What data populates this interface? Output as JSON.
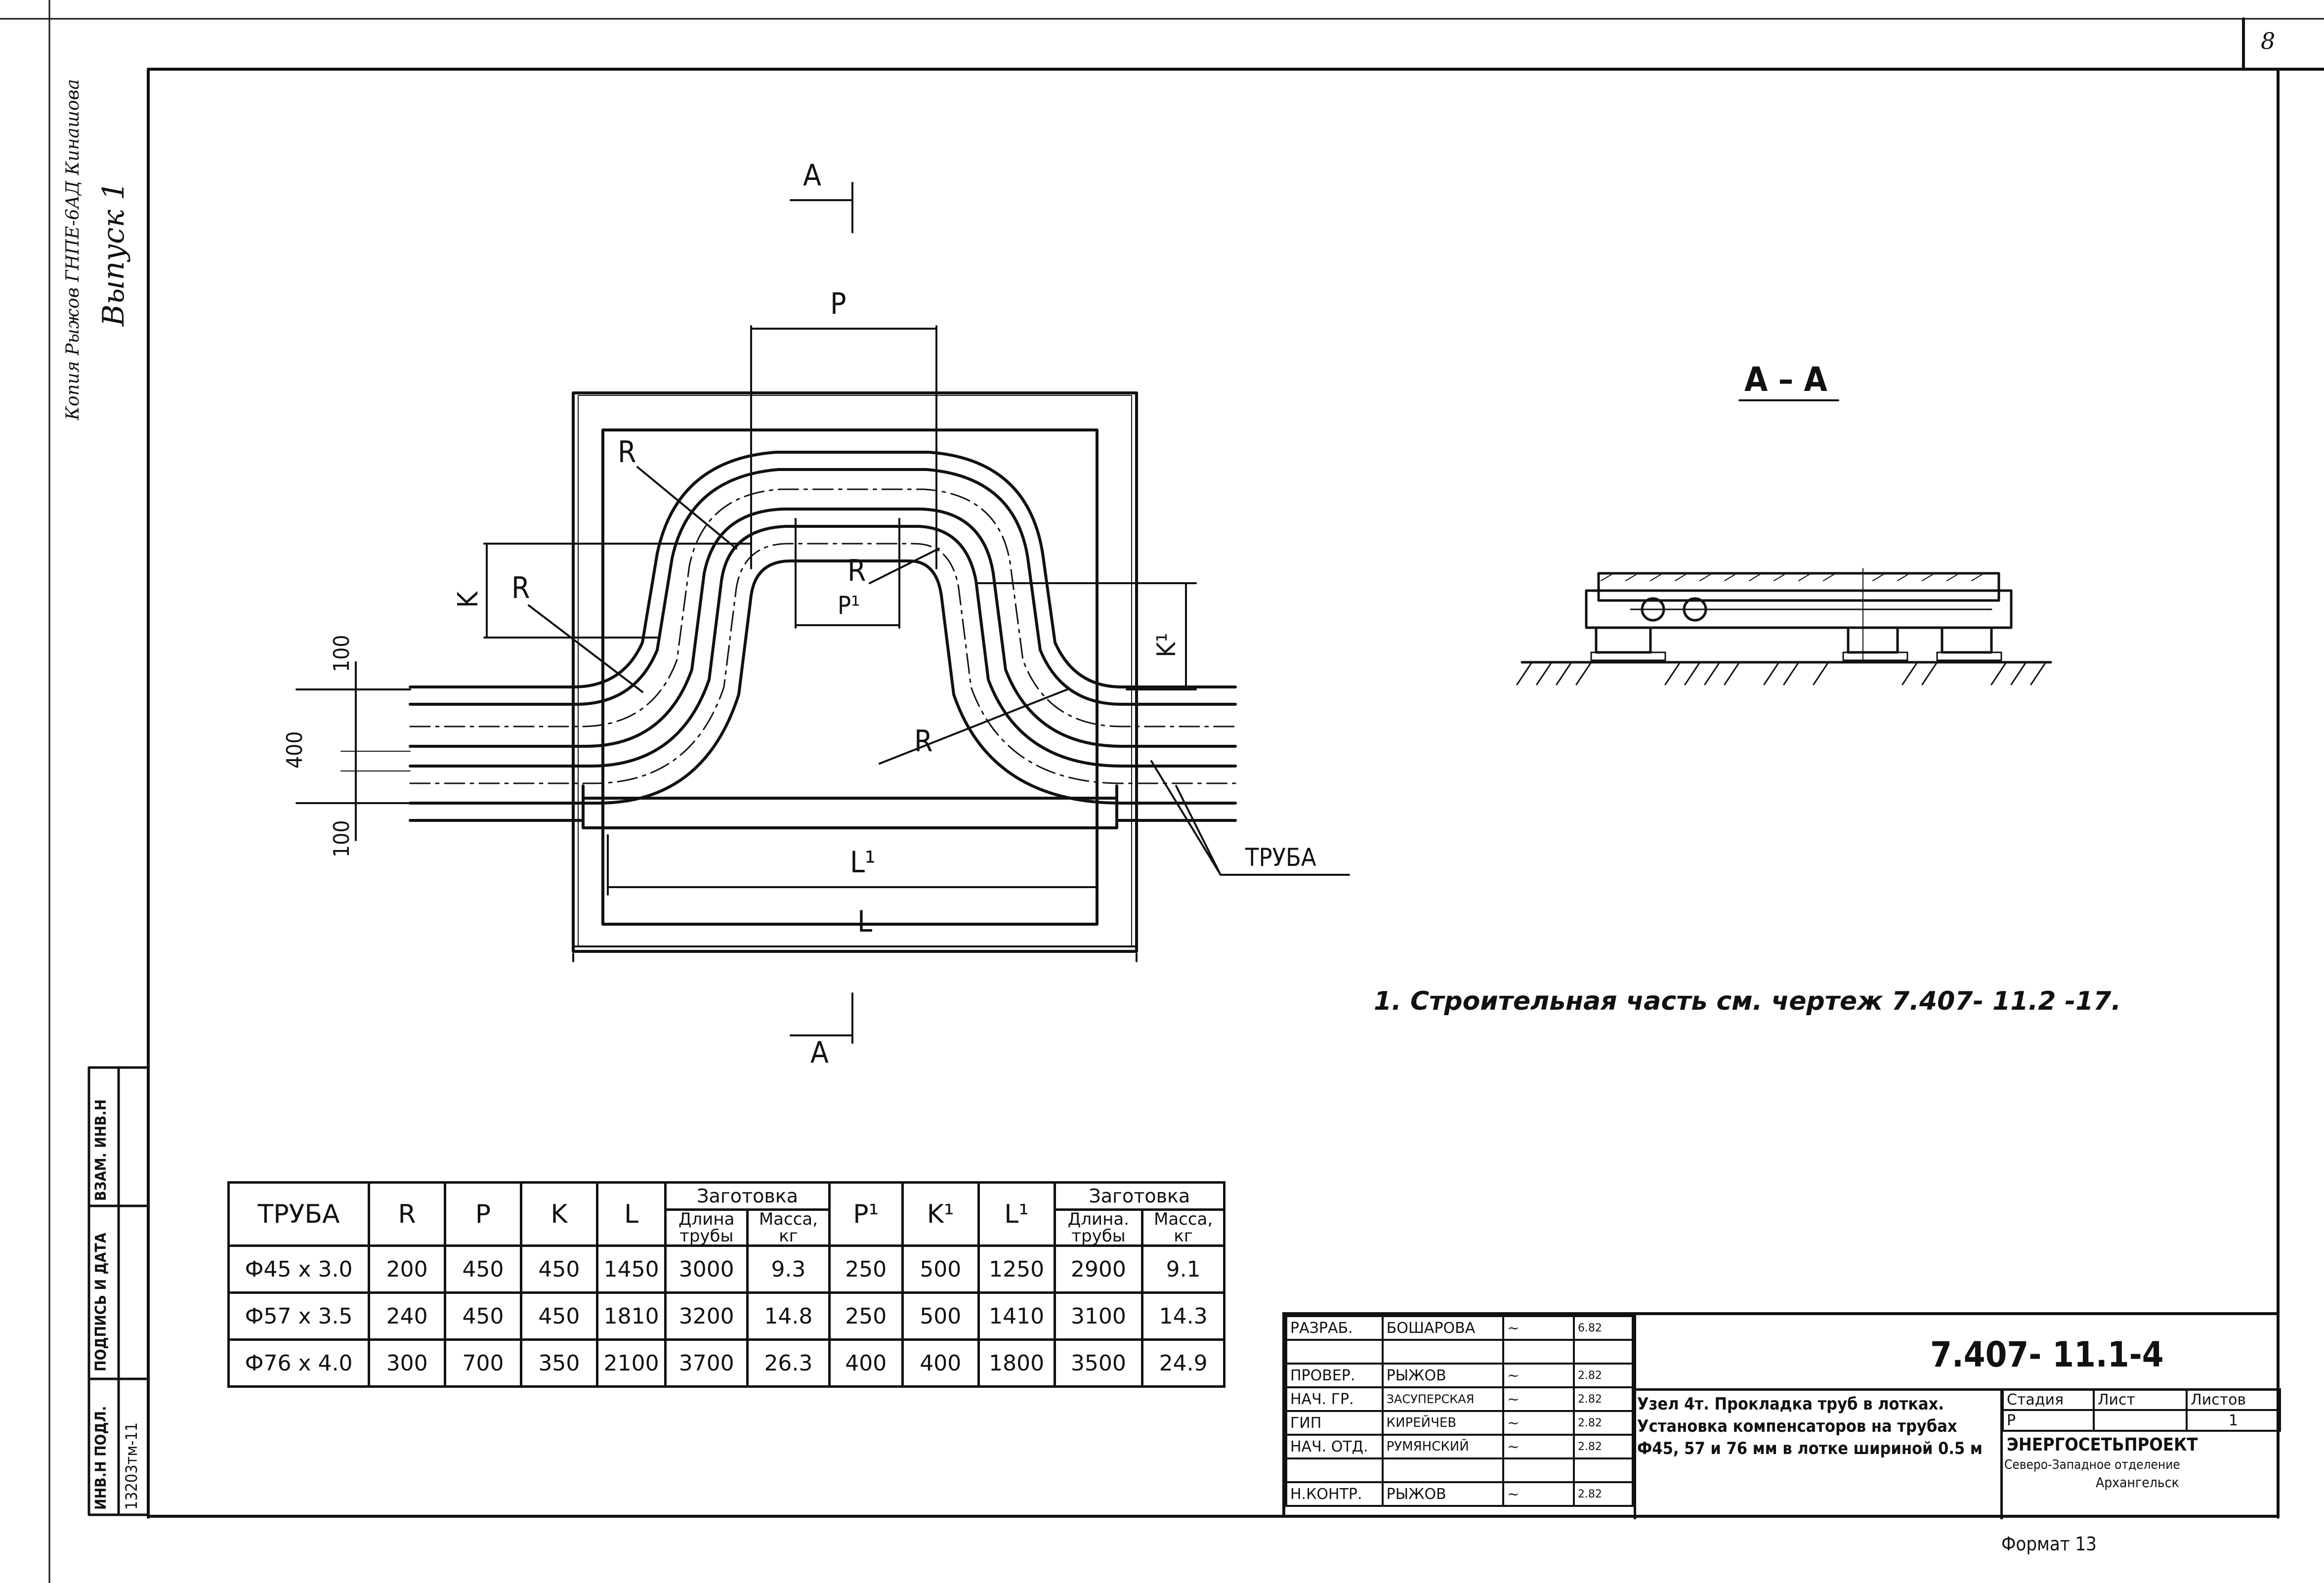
{
  "sheet_number": "8",
  "margin_notes": {
    "vypusk": "Выпуск 1",
    "copy_note": "Копия  Рыжов  ГНПЕ-6АД Кинашова"
  },
  "drawing": {
    "section_top": "A",
    "section_bottom": "A",
    "section_title": "А – А",
    "dim_P": "P",
    "dim_R": "R",
    "dim_K": "K",
    "dim_K1": "K¹",
    "dim_P1": "P¹",
    "dim_L": "L",
    "dim_L1": "L¹",
    "dim_100_top": "100",
    "dim_400": "400",
    "dim_100_bottom": "100",
    "pipe_label": "ТРУБА"
  },
  "note": "1. Строительная часть см. чертеж 7.407- 11.2 -17.",
  "spec_table": {
    "headers": {
      "truba": "ТРУБА",
      "R": "R",
      "P": "P",
      "K": "K",
      "L": "L",
      "zagotovka1": "Заготовка",
      "length": "Длина трубы",
      "mass": "Масса, кг",
      "P1": "P¹",
      "K1": "K¹",
      "L1": "L¹",
      "zagotovka2": "Заготовка",
      "length2": "Длина. трубы",
      "mass2": "Масса, кг"
    },
    "rows": [
      [
        "Ф45 x 3.0",
        "200",
        "450",
        "450",
        "1450",
        "3000",
        "9.3",
        "250",
        "500",
        "1250",
        "2900",
        "9.1"
      ],
      [
        "Ф57 x 3.5",
        "240",
        "450",
        "450",
        "1810",
        "3200",
        "14.8",
        "250",
        "500",
        "1410",
        "3100",
        "14.3"
      ],
      [
        "Ф76 x 4.0",
        "300",
        "700",
        "350",
        "2100",
        "3700",
        "26.3",
        "400",
        "400",
        "1800",
        "3500",
        "24.9"
      ]
    ]
  },
  "left_stamp": {
    "inv_podl": "ИНВ.Н ПОДЛ.",
    "podpis": "ПОДПИСЬ И ДАТА",
    "vzam": "ВЗАМ. ИНВ.Н",
    "inv_value": "13203тм-11"
  },
  "title_block": {
    "roles": [
      {
        "role": "РАЗРАБ.",
        "name": "БОШАРОВА",
        "date": "6.82"
      },
      {
        "role": "",
        "name": "",
        "date": ""
      },
      {
        "role": "ПРОВЕР.",
        "name": "РЫЖОВ",
        "date": "2.82"
      },
      {
        "role": "НАЧ. ГР.",
        "name": "ЗАСУПЕРСКАЯ",
        "date": "2.82"
      },
      {
        "role": "ГИП",
        "name": "КИРЕЙЧЕВ",
        "date": "2.82"
      },
      {
        "role": "НАЧ. ОТД.",
        "name": "РУМЯНСКИЙ",
        "date": "2.82"
      },
      {
        "role": "",
        "name": "",
        "date": ""
      },
      {
        "role": "Н.КОНТР.",
        "name": "РЫЖОВ",
        "date": "2.82"
      }
    ],
    "doc_code": "7.407- 11.1-4",
    "title": "Узел 4т. Прокладка труб в лотках. Установка компенсаторов на трубах Ф45, 57 и 76 мм в лотке шириной 0.5 м",
    "stadia_label": "Стадия",
    "list_label": "Лист",
    "listov_label": "Листов",
    "stadia": "Р",
    "list": "",
    "listov": "1",
    "org1": "ЭНЕРГОСЕТЬПРОЕКТ",
    "org2": "Северо-Западное отделение",
    "org3": "Архангельск"
  },
  "format": "Формат 13"
}
